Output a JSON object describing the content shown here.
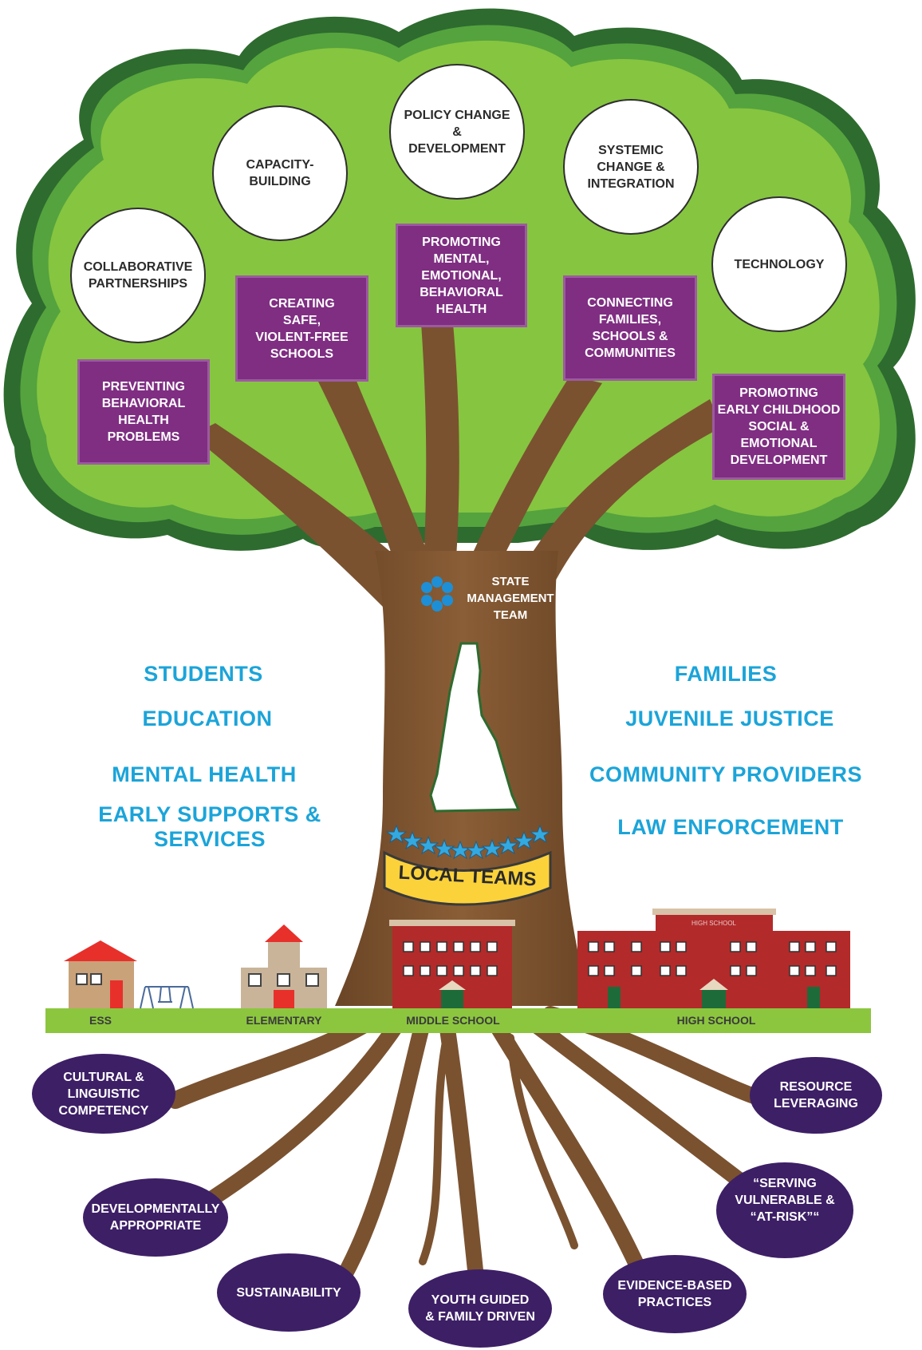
{
  "canopy_circles": {
    "collaborative": "COLLABORATIVE\nPARTNERSHIPS",
    "capacity": "CAPACITY-\nBUILDING",
    "policy": "POLICY CHANGE\n&\nDEVELOPMENT",
    "systemic": "SYSTEMIC\nCHANGE &\nINTEGRATION",
    "technology": "TECHNOLOGY"
  },
  "canopy_boxes": {
    "preventing": "PREVENTING\nBEHAVIORAL\nHEALTH\nPROBLEMS",
    "creating": "CREATING\nSAFE,\nVIOLENT-FREE\nSCHOOLS",
    "promoting_mental": "PROMOTING\nMENTAL,\nEMOTIONAL,\nBEHAVIORAL\nHEALTH",
    "connecting": "CONNECTING\nFAMILIES,\nSCHOOLS &\nCOMMUNITIES",
    "early_childhood": "PROMOTING\nEARLY CHILDHOOD\nSOCIAL &\nEMOTIONAL\nDEVELOPMENT"
  },
  "trunk": {
    "state_team": "STATE\nMANAGEMENT\nTEAM",
    "local_teams": "LOCAL TEAMS"
  },
  "stakeholders_left": [
    "STUDENTS",
    "EDUCATION",
    "MENTAL HEALTH",
    "EARLY SUPPORTS & SERVICES"
  ],
  "stakeholders_right": [
    "FAMILIES",
    "JUVENILE JUSTICE",
    "COMMUNITY PROVIDERS",
    "LAW ENFORCEMENT"
  ],
  "ground_labels": {
    "ess": "ESS",
    "elementary": "ELEMENTARY",
    "middle": "MIDDLE SCHOOL",
    "high": "HIGH SCHOOL",
    "high_sign": "HIGH SCHOOL"
  },
  "roots": {
    "cultural": "CULTURAL &\nLINGUISTIC\nCOMPETENCY",
    "developmental": "DEVELOPMENTALLY\nAPPROPRIATE",
    "sustainability": "SUSTAINABILITY",
    "youth": "YOUTH GUIDED\n& FAMILY DRIVEN",
    "evidence": "EVIDENCE-BASED\nPRACTICES",
    "serving": "“SERVING\nVULNERABLE &\n“AT-RISK”“",
    "resource": "RESOURCE\nLEVERAGING"
  },
  "colors": {
    "canopy_outer": "#2e6b2f",
    "canopy_mid": "#55a33e",
    "canopy_inner": "#86c540",
    "trunk": "#7a5230",
    "purple_box": "#7f2e82",
    "root_oval": "#3d1f66",
    "stakeholder_text": "#1ba4d9",
    "ground": "#8cc63f",
    "school_red": "#b22a2a",
    "banner_yellow": "#fcd23a",
    "star_blue": "#33a9e0"
  },
  "icons": [
    "state-team-icon",
    "nh-state-outline-icon",
    "star-icon",
    "swing-set-icon"
  ]
}
